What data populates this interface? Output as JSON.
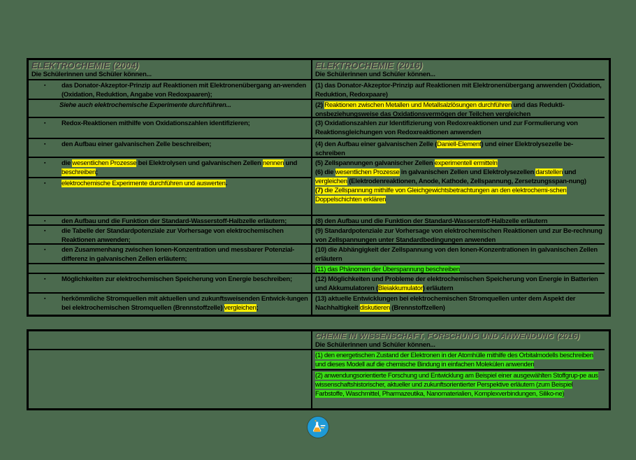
{
  "colors": {
    "page_bg": "#4b6a4e",
    "highlight_yellow": "#fff100",
    "highlight_green": "#3bdc16",
    "table_border": "#000000",
    "header_text": "#3f3f3f",
    "body_text": "#000000",
    "logo_blue": "#1f9ad6",
    "logo_flask_orange": "#f5a623"
  },
  "icons": {
    "bullet": "▪",
    "logo": "flask-icon"
  },
  "main_table": {
    "left": {
      "cells": [
        {
          "h": 29,
          "type": "header",
          "title": "ELEKTROCHEMIE (2004)",
          "subtitle": "Die Schülerinnen und Schüler können..."
        },
        {
          "h": 28,
          "bullet": true,
          "paras": [
            [
              {
                "t": "das Donator-Akzeptor-Prinzip auf Reaktionen mit Elektronenübergang an-wenden (Oxidation, Reduktion, Angabe von Redoxpaaren);"
              }
            ]
          ]
        },
        {
          "h": 26,
          "indent": true,
          "paras": [
            [
              {
                "t": "Siehe auch elektrochemische Experimente durchführen...",
                "it": true
              }
            ]
          ]
        },
        {
          "h": 30,
          "bullet": true,
          "paras": [
            [
              {
                "t": "Redox-Reaktionen mithilfe von Oxidationszahlen identifizieren;"
              }
            ]
          ]
        },
        {
          "h": 27,
          "bullet": true,
          "paras": [
            [
              {
                "t": "den Aufbau einer galvanischen Zelle beschreiben;"
              }
            ]
          ]
        },
        {
          "h": 29,
          "bullet": true,
          "paras": [
            [
              {
                "t": "die "
              },
              {
                "t": "wesentlichen Prozesse",
                "hl": "y",
                "rg": true
              },
              {
                "t": " bei Elektrolysen und galvanischen Zellen "
              },
              {
                "t": "nennen",
                "hl": "y",
                "rg": true
              },
              {
                "t": " und "
              },
              {
                "t": "beschreiben",
                "hl": "y",
                "rg": true
              },
              {
                "t": ";"
              }
            ]
          ]
        },
        {
          "h": 54,
          "bullet": true,
          "paras": [
            [
              {
                "t": "elektrochemische Experimente durchführen und auswerten",
                "hl": "y",
                "rg": true
              },
              {
                "t": "."
              }
            ]
          ]
        },
        {
          "h": 14,
          "bullet": true,
          "paras": [
            [
              {
                "t": "den Aufbau und die Funktion der Standard-Wasserstoff-Halbzelle erläutern;"
              }
            ]
          ]
        },
        {
          "h": 27,
          "bullet": true,
          "paras": [
            [
              {
                "t": "die Tabelle der Standardpotenziale zur Vorhersage von elektrochemischen Reaktionen anwenden;"
              }
            ]
          ]
        },
        {
          "h": 28,
          "bullet": true,
          "paras": [
            [
              {
                "t": "den Zusammenhang zwischen Ionen-Konzentration und messbarer Potenzial-differenz in galvanischen Zellen erläutern;"
              }
            ]
          ]
        },
        {
          "h": 14,
          "empty": true
        },
        {
          "h": 28,
          "bullet": true,
          "paras": [
            [
              {
                "t": "Möglichkeiten zur elektrochemischen Speicherung von Energie beschreiben;"
              }
            ]
          ]
        },
        {
          "h": 30,
          "bullet": true,
          "paras": [
            [
              {
                "t": "herkömmliche Stromquellen mit aktuellen und zukunftsweisenden Entwick-lungen bei elektrochemischen Stromquellen (Brennstoffzelle) "
              },
              {
                "t": "vergleichen",
                "hl": "y",
                "rg": true
              },
              {
                "t": ";"
              }
            ]
          ]
        }
      ]
    },
    "right": {
      "cells": [
        {
          "h": 29,
          "type": "header",
          "title": "ELEKTROCHEMIE (2016)",
          "subtitle": "Die Schülerinnen und Schüler können..."
        },
        {
          "h": 28,
          "paras": [
            [
              {
                "t": "(1) das Donator-Akzeptor-Prinzip auf Reaktionen mit Elektronenübergang anwenden (Oxidation, Reduktion, Redoxpaare)"
              }
            ]
          ]
        },
        {
          "h": 26,
          "paras": [
            [
              {
                "t": "(2) "
              },
              {
                "t": "Reaktionen zwischen Metallen und Metallsalzlösungen durchführen",
                "hl": "y",
                "rg": true
              },
              {
                "t": " und das Redukti-onsbeziehungsweise das Oxidationsvermögen der Teilchen vergleichen"
              }
            ]
          ]
        },
        {
          "h": 30,
          "paras": [
            [
              {
                "t": "(3) Oxidationszahlen zur Identifizierung von Redoxreaktionen und zur Formulierung von Reaktionsgleichungen von Redoxreaktionen anwenden"
              }
            ]
          ]
        },
        {
          "h": 27,
          "paras": [
            [
              {
                "t": "(4) den Aufbau einer galvanischen Zelle ("
              },
              {
                "t": "Daniell-Element",
                "hl": "y",
                "rg": true
              },
              {
                "t": ") und einer Elektrolysezelle be-schreiben"
              }
            ]
          ]
        },
        {
          "h": 83,
          "paras": [
            [
              {
                "t": "(5) Zellspannungen galvanischer Zellen "
              },
              {
                "t": "experimentell ermitteln",
                "hl": "y",
                "rg": true
              }
            ],
            [
              {
                "t": "(6) die "
              },
              {
                "t": "wesentlichen Prozesse",
                "hl": "y",
                "rg": true
              },
              {
                "t": " in galvanischen Zellen und Elektrolysezellen "
              },
              {
                "t": "darstellen",
                "hl": "y",
                "rg": true
              },
              {
                "t": " und "
              },
              {
                "t": "vergleichen",
                "hl": "y",
                "rg": true
              },
              {
                "t": " (Elektrodenreaktionen, Anode, Kathode, Zellspannung, Zersetzungsspan-nung)"
              }
            ],
            [
              {
                "t": "(7)",
                "hl": "y"
              },
              {
                "t": " die Zellspannung mithilfe von Gleichgewichtsbetrachtungen an den elektrochemi-schen Doppelschichten erklären",
                "hl": "y",
                "rg": true
              }
            ]
          ]
        },
        {
          "h": 14,
          "paras": [
            [
              {
                "t": "(8) den Aufbau und die Funktion der Standard-Wasserstoff-Halbzelle erläutern"
              }
            ]
          ]
        },
        {
          "h": 27,
          "paras": [
            [
              {
                "t": "(9) Standardpotenziale zur Vorhersage von elektrochemischen Reaktionen und zur Be-rechnung von Zellspannungen unter Standardbedingungen anwenden"
              }
            ]
          ]
        },
        {
          "h": 28,
          "paras": [
            [
              {
                "t": "(10) die Abhängigkeit der Zellspannung von den Ionen-Konzentrationen in galvanischen Zellen erläutern"
              }
            ]
          ]
        },
        {
          "h": 14,
          "paras": [
            [
              {
                "t": "(11) das Phänomen der Überspannung beschreiben",
                "hl": "g",
                "rg": true
              }
            ]
          ]
        },
        {
          "h": 28,
          "paras": [
            [
              {
                "t": "(12) Möglichkeiten und Probleme der elektrochemischen Speicherung von Energie in Batterien und Akkumulatoren ("
              },
              {
                "t": "Bleiakkumulator",
                "hl": "y",
                "rg": true
              },
              {
                "t": ") erläutern"
              }
            ]
          ]
        },
        {
          "h": 30,
          "paras": [
            [
              {
                "t": "(13) aktuelle Entwicklungen bei elektrochemischen Stromquellen unter dem Aspekt der Nachhaltigkeit "
              },
              {
                "t": "diskutieren",
                "hl": "y",
                "rg": true
              },
              {
                "t": " (Brennstoffzellen)"
              }
            ]
          ]
        }
      ]
    }
  },
  "bottom_table": {
    "left": {
      "cells": [
        {
          "h": 27,
          "empty": true
        },
        {
          "h": 83,
          "empty": true
        }
      ]
    },
    "right": {
      "cells": [
        {
          "h": 27,
          "type": "header",
          "title": "CHEMIE IN WISSENSCHAFT, FORSCHUNG UND ANWENDUNG (2016)",
          "subtitle": "Die Schülerinnen und Schüler können..."
        },
        {
          "h": 29,
          "paras": [
            [
              {
                "t": "(1) den energetischen Zustand der Elektronen in der Atomhülle mithilfe des Orbitalmodells beschreiben und dieses Modell auf die chemische Bindung in einfachen Molekülen anwenden",
                "hl": "g",
                "rg": true
              }
            ]
          ]
        },
        {
          "h": 54,
          "paras": [
            [
              {
                "t": "(2) anwendungsorientierte Forschung und Entwicklung am Beispiel einer ausgewählten Stoffgrup-pe aus wissenschaftshistorischer, aktueller und zukunftsorientierter Perspektive erläutern (zum Beispiel Farbstoffe, Waschmittel, Pharmazeutika, Nanomaterialien, Komplexverbindungen, Siliko-ne)",
                "hl": "g",
                "rg": true
              }
            ]
          ]
        }
      ]
    }
  }
}
